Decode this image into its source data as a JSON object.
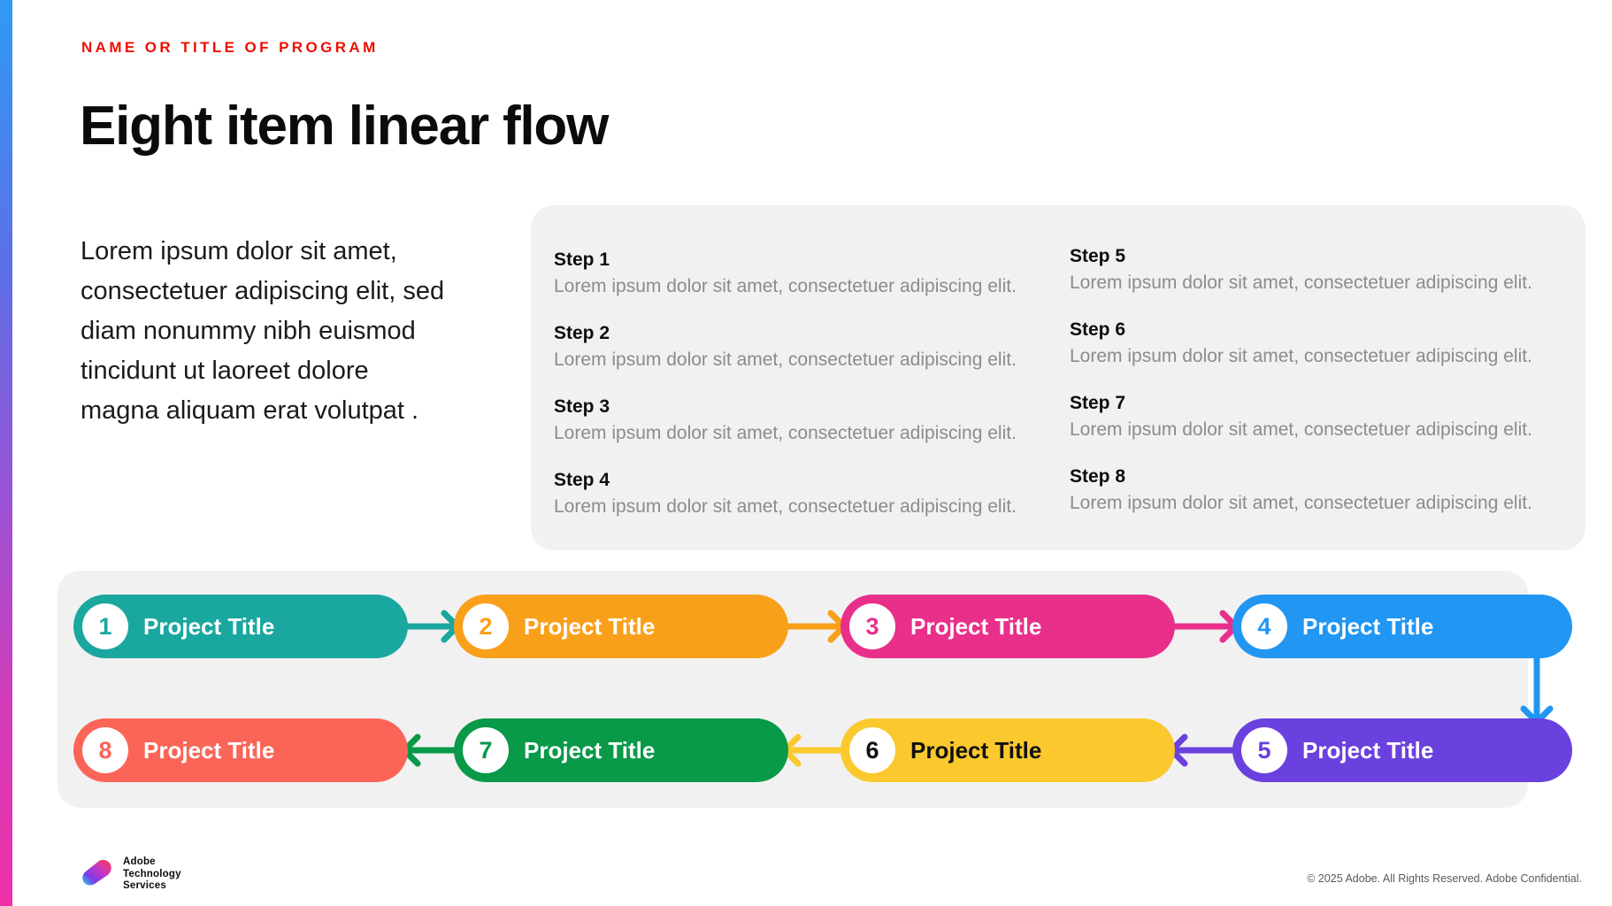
{
  "header": {
    "eyebrow": "NAME OR TITLE OF PROGRAM",
    "title": "Eight item linear flow"
  },
  "intro": {
    "text": "Lorem ipsum dolor sit amet, consectetuer adipiscing elit, sed diam nonummy nibh euismod tincidunt ut laoreet dolore magna aliquam erat volutpat ."
  },
  "steps": [
    {
      "title": "Step 1",
      "body": "Lorem ipsum dolor sit amet, consectetuer adipiscing elit."
    },
    {
      "title": "Step 5",
      "body": "Lorem ipsum dolor sit amet, consectetuer adipiscing elit."
    },
    {
      "title": "Step 2",
      "body": "Lorem ipsum dolor sit amet, consectetuer adipiscing elit."
    },
    {
      "title": "Step 6",
      "body": "Lorem ipsum dolor sit amet, consectetuer adipiscing elit."
    },
    {
      "title": "Step 3",
      "body": "Lorem ipsum dolor sit amet, consectetuer adipiscing elit."
    },
    {
      "title": "Step 7",
      "body": "Lorem ipsum dolor sit amet, consectetuer adipiscing elit."
    },
    {
      "title": "Step 4",
      "body": "Lorem ipsum dolor sit amet, consectetuer adipiscing elit."
    },
    {
      "title": "Step 8",
      "body": "Lorem ipsum dolor sit amet, consectetuer adipiscing elit."
    }
  ],
  "flow": {
    "nodes": [
      {
        "number": "1",
        "label": "Project Title",
        "color": "#1AA79F",
        "text_color": "#FFFFFF",
        "number_color": "#1AA79F"
      },
      {
        "number": "2",
        "label": "Project Title",
        "color": "#F9A01B",
        "text_color": "#FFFFFF",
        "number_color": "#F9A01B"
      },
      {
        "number": "3",
        "label": "Project Title",
        "color": "#E8308A",
        "text_color": "#FFFFFF",
        "number_color": "#E8308A"
      },
      {
        "number": "4",
        "label": "Project Title",
        "color": "#2196F3",
        "text_color": "#FFFFFF",
        "number_color": "#2196F3"
      },
      {
        "number": "5",
        "label": "Project Title",
        "color": "#6A41DE",
        "text_color": "#FFFFFF",
        "number_color": "#6A41DE"
      },
      {
        "number": "6",
        "label": "Project Title",
        "color": "#FBC82E",
        "text_color": "#111111",
        "number_color": "#111111"
      },
      {
        "number": "7",
        "label": "Project Title",
        "color": "#089949",
        "text_color": "#FFFFFF",
        "number_color": "#089949"
      },
      {
        "number": "8",
        "label": "Project Title",
        "color": "#FB6558",
        "text_color": "#FFFFFF",
        "number_color": "#FB6558"
      }
    ],
    "connectors": [
      {
        "from": "1",
        "to": "2",
        "direction": "right",
        "color": "#1AA79F"
      },
      {
        "from": "2",
        "to": "3",
        "direction": "right",
        "color": "#F9A01B"
      },
      {
        "from": "3",
        "to": "4",
        "direction": "right",
        "color": "#E8308A"
      },
      {
        "from": "4",
        "to": "5",
        "direction": "down",
        "color": "#2196F3"
      },
      {
        "from": "5",
        "to": "6",
        "direction": "left",
        "color": "#6A41DE"
      },
      {
        "from": "6",
        "to": "7",
        "direction": "left",
        "color": "#FBC82E"
      },
      {
        "from": "7",
        "to": "8",
        "direction": "left",
        "color": "#089949"
      }
    ]
  },
  "footer": {
    "logo_line1": "Adobe",
    "logo_line2": "Technology",
    "logo_line3": "Services",
    "copyright": "© 2025 Adobe. All Rights Reserved. Adobe Confidential."
  },
  "theme": {
    "eyebrow_color": "#EB1000",
    "panel_bg": "#F1F1F1",
    "rail_top": "#2F9BF2",
    "rail_bottom": "#EE2FA8"
  }
}
